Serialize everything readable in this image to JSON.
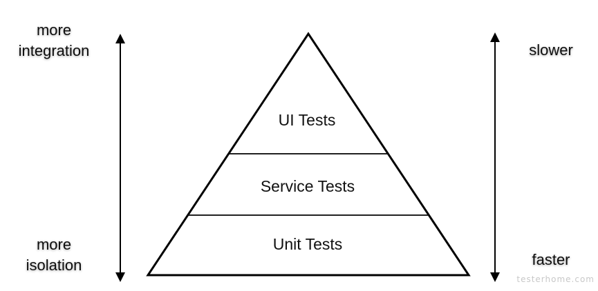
{
  "left_axis": {
    "top_label_line1": "more",
    "top_label_line2": "integration",
    "bottom_label_line1": "more",
    "bottom_label_line2": "isolation"
  },
  "right_axis": {
    "top_label": "slower",
    "bottom_label": "faster"
  },
  "pyramid": {
    "layers": [
      {
        "label": "UI Tests"
      },
      {
        "label": "Service Tests"
      },
      {
        "label": "Unit Tests"
      }
    ]
  },
  "watermark": "testerhome.com",
  "colors": {
    "stroke": "#000000",
    "text": "#111111",
    "background": "#ffffff"
  }
}
